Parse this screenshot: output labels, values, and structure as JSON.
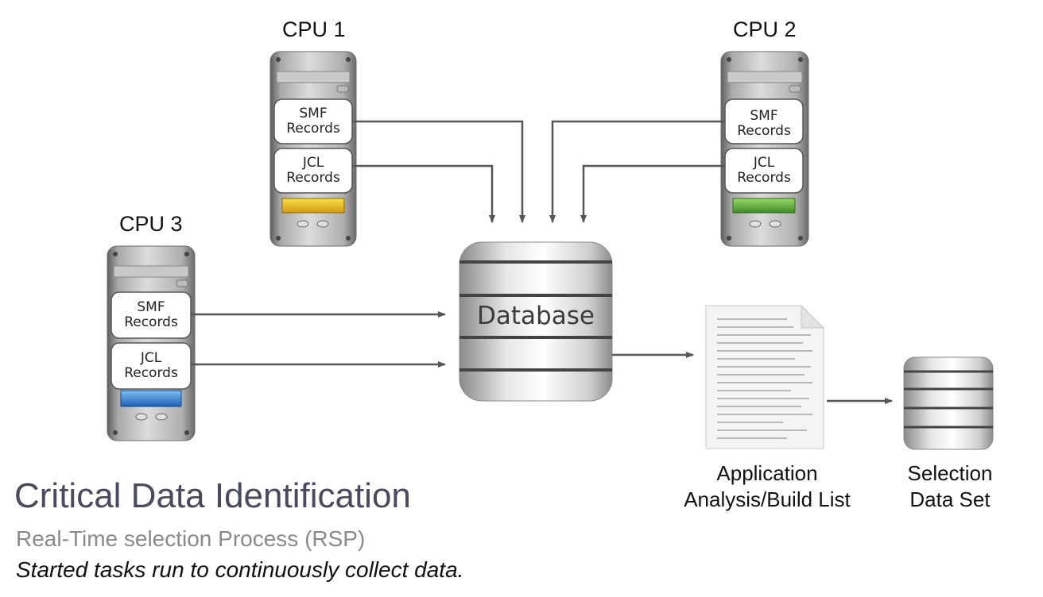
{
  "title": "Critical Data Identification",
  "subtitle": "Real-Time selection Process (RSP)",
  "note": "Started tasks run to continuously collect data.",
  "colors": {
    "cpu1_display": "#e8c21a",
    "cpu2_display": "#5aa83a",
    "cpu3_display": "#2f7fd0",
    "arrow": "#555555"
  },
  "cpus": [
    {
      "label": "CPU 1",
      "smf": [
        "SMF",
        "Records"
      ],
      "jcl": [
        "JCL",
        "Records"
      ]
    },
    {
      "label": "CPU 2",
      "smf": [
        "SMF",
        "Records"
      ],
      "jcl": [
        "JCL",
        "Records"
      ]
    },
    {
      "label": "CPU 3",
      "smf": [
        "SMF",
        "Records"
      ],
      "jcl": [
        "JCL",
        "Records"
      ]
    }
  ],
  "database": {
    "label": "Database"
  },
  "analysis": {
    "line1": "Application",
    "line2": "Analysis/Build List"
  },
  "selection": {
    "line1": "Selection",
    "line2": "Data Set"
  }
}
